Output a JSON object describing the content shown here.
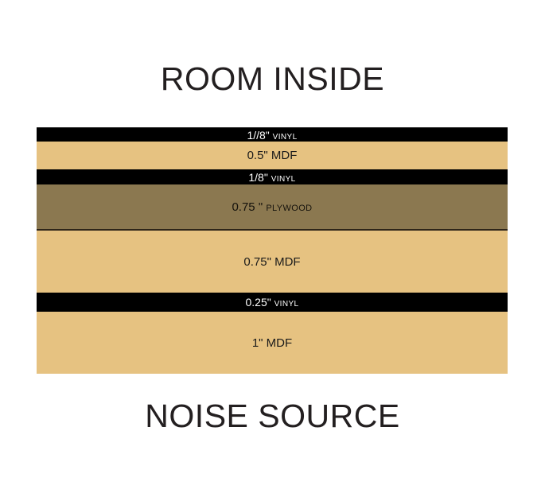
{
  "headings": {
    "top": "ROOM INSIDE",
    "bottom": "NOISE SOURCE"
  },
  "colors": {
    "mdf": "#E6C281",
    "plywood": "#8B7850",
    "vinyl": "#000000",
    "background": "#FFFFFF",
    "text_dark": "#231F20",
    "text_light": "#FFFFFF"
  },
  "assembly": {
    "layers": [
      {
        "material": "Vinyl",
        "thickness": "1//8\"",
        "label_prefix": "1//8\"",
        "label_material": "Vinyl",
        "full_label": "1//8\" Vinyl",
        "type": "vinyl"
      },
      {
        "material": "MDF",
        "thickness": "0.5\"",
        "label_prefix": "0.5\"",
        "label_material": "MDF",
        "full_label": "0.5\" MDF",
        "type": "mdf"
      },
      {
        "material": "Vinyl",
        "thickness": "1/8\"",
        "label_prefix": "1/8\"",
        "label_material": "Vinyl",
        "full_label": "1/8\" Vinyl",
        "type": "vinyl"
      },
      {
        "material": "Plywood",
        "thickness": "0.75 \"",
        "label_prefix": "0.75 \"",
        "label_material": "Plywood",
        "full_label": "0.75 \" Plywood",
        "type": "plywood"
      },
      {
        "material": "MDF",
        "thickness": "0.75\"",
        "label_prefix": "0.75\"",
        "label_material": "MDF",
        "full_label": "0.75\" MDF",
        "type": "mdf"
      },
      {
        "material": "Vinyl",
        "thickness": "0.25\"",
        "label_prefix": "0.25\"",
        "label_material": "Vinyl",
        "full_label": "0.25\" Vinyl",
        "type": "vinyl"
      },
      {
        "material": "MDF",
        "thickness": "1\"",
        "label_prefix": "1\"",
        "label_material": "MDF",
        "full_label": "1\" MDF",
        "type": "mdf"
      }
    ]
  }
}
